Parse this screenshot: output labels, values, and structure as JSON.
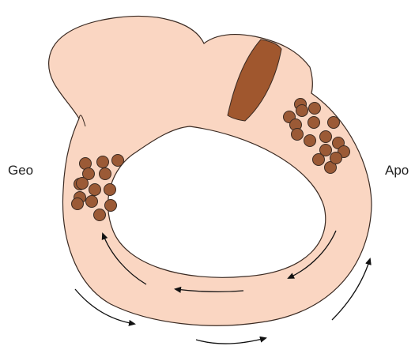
{
  "labels": {
    "left": "Geo",
    "right": "Apo"
  },
  "colors": {
    "body_fill": "#FAD6C2",
    "outline": "#3a2a22",
    "particle_fill": "#9B5A36",
    "band_fill": "#A0572E",
    "arrow": "#111111",
    "background": "#FFFFFF"
  },
  "counts": {
    "left_particle_cluster": 14,
    "right_particle_cluster": 16,
    "inner_arrows": 3,
    "outer_arrows": 3
  }
}
